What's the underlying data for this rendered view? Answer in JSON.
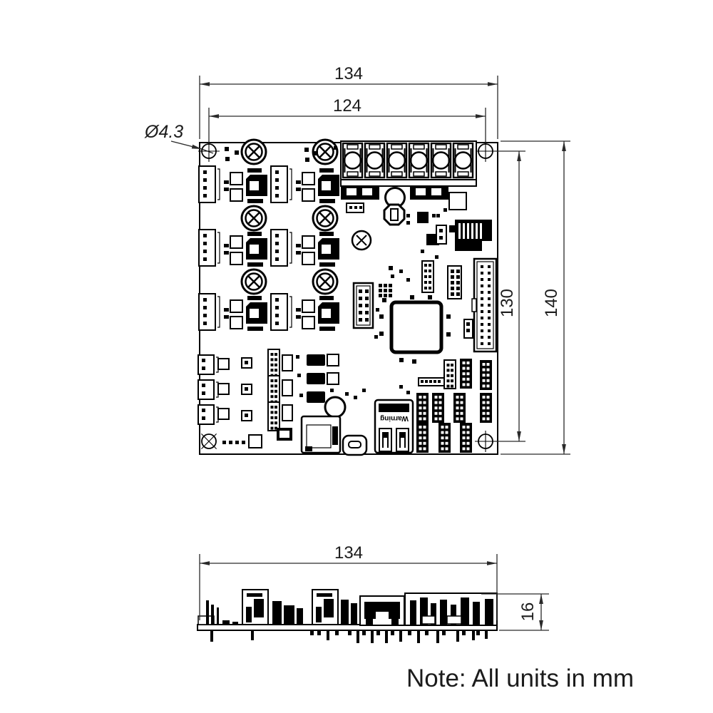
{
  "drawing": {
    "note": "Note: All units in mm",
    "top_view": {
      "dim_overall_width": "134",
      "dim_hole_spacing_width": "124",
      "dim_hole_diameter": "Ø4.3",
      "dim_hole_spacing_height": "130",
      "dim_overall_height": "140",
      "warning_label": "Warning"
    },
    "side_view": {
      "dim_overall_width": "134",
      "dim_overall_height": "16"
    }
  }
}
